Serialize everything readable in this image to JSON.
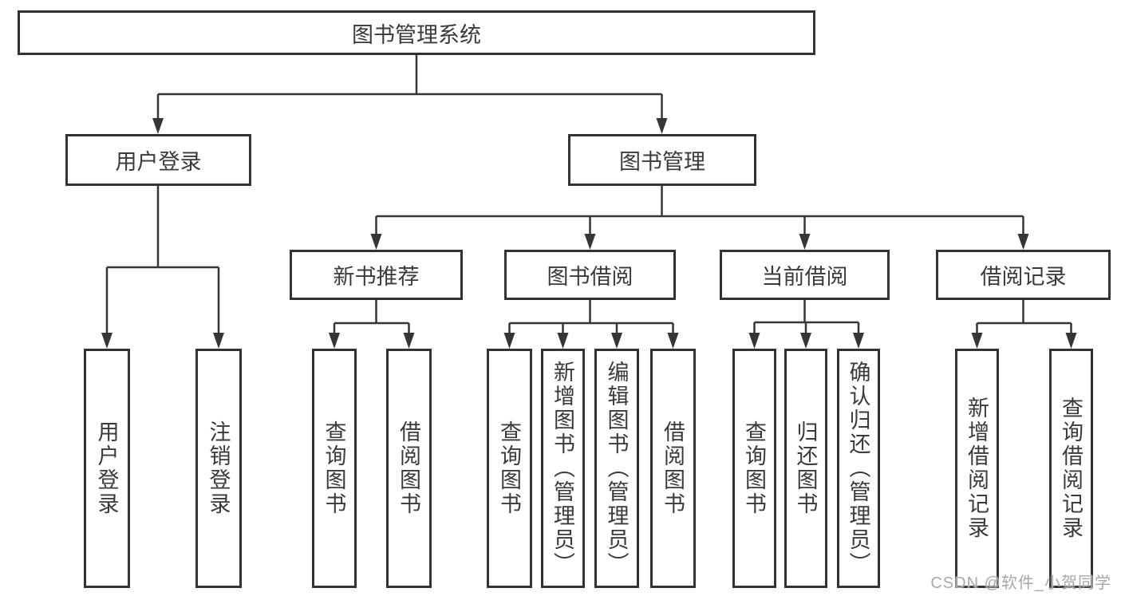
{
  "tree": {
    "root": {
      "label": "图书管理系统",
      "children": [
        {
          "label": "用户登录",
          "children": [
            {
              "label": "用户登录"
            },
            {
              "label": "注销登录"
            }
          ]
        },
        {
          "label": "图书管理",
          "children": [
            {
              "label": "新书推荐",
              "children": [
                {
                  "label": "查询图书"
                },
                {
                  "label": "借阅图书"
                }
              ]
            },
            {
              "label": "图书借阅",
              "children": [
                {
                  "label": "查询图书"
                },
                {
                  "label": "新增图书（管理员）"
                },
                {
                  "label": "编辑图书（管理员）"
                },
                {
                  "label": "借阅图书"
                }
              ]
            },
            {
              "label": "当前借阅",
              "children": [
                {
                  "label": "查询图书"
                },
                {
                  "label": "归还图书"
                },
                {
                  "label": "确认归还（管理员）"
                }
              ]
            },
            {
              "label": "借阅记录",
              "children": [
                {
                  "label": "新增借阅记录"
                },
                {
                  "label": "查询借阅记录"
                }
              ]
            }
          ]
        }
      ]
    }
  },
  "watermark": {
    "text": "CSDN @软件_小贺同学"
  },
  "colors": {
    "background": "#ffffff",
    "box_border": "#333333",
    "connector_line": "#363636",
    "text": "#3a3a3a",
    "watermark_text": "#a3a3a3"
  }
}
